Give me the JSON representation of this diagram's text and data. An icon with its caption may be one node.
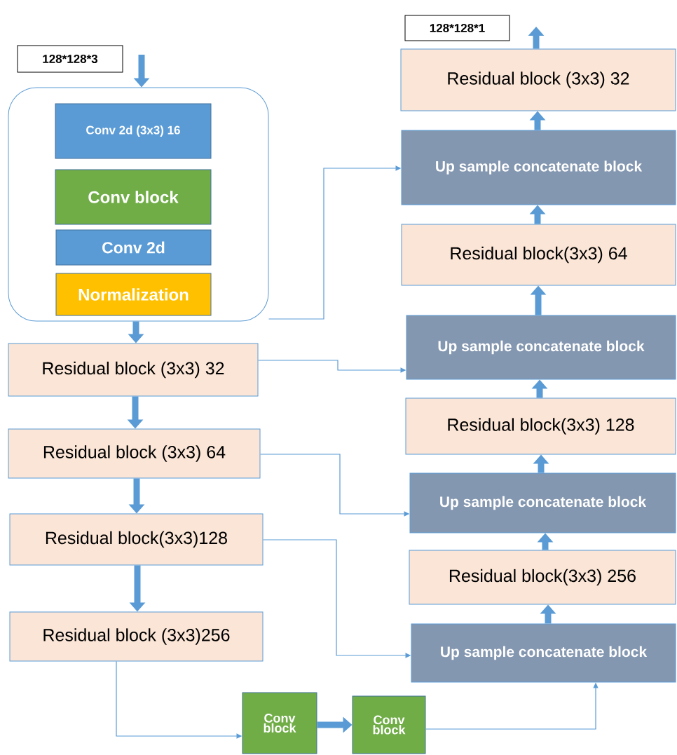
{
  "diagram": {
    "nodes": [
      {
        "text": [
          "128*128*3"
        ]
      },
      {
        "text": [],
        "shape": "box"
      },
      {
        "text": [
          "Conv 2d (3x3) 16"
        ],
        "in": 1
      },
      {
        "text": [
          "Conv block"
        ],
        "in": 1
      },
      {
        "text": [
          "Conv 2d"
        ],
        "in": 1
      },
      {
        "text": [
          "Normalization"
        ],
        "in": 1
      },
      {
        "text": [
          "Residual block (3x3) 32"
        ]
      },
      {
        "text": [
          "Residual block (3x3) 64"
        ]
      },
      {
        "text": [
          "Residual block(3x3)128"
        ]
      },
      {
        "text": [
          "Residual block (3x3)256"
        ]
      },
      {
        "text": [
          "Conv block"
        ]
      },
      {
        "text": [
          "Conv block"
        ]
      },
      {
        "text": [
          "128*128*1"
        ]
      },
      {
        "text": [
          "Residual block (3x3) 32"
        ]
      },
      {
        "text": [
          "Up sample concatenate block"
        ]
      },
      {
        "text": [
          "Residual block(3x3) 64"
        ]
      },
      {
        "text": [
          "Up sample concatenate block"
        ]
      },
      {
        "text": [
          "Residual block(3x3) 128"
        ]
      },
      {
        "text": [
          "Up sample concatenate block"
        ]
      },
      {
        "text": [
          "Residual block(3x3) 256"
        ]
      },
      {
        "text": [
          "Up sample concatenate block"
        ]
      }
    ],
    "edges": [
      {
        "from": null,
        "to": 1,
        "arrow": "to"
      },
      {
        "from": 1,
        "to": 6,
        "arrow": "to"
      },
      {
        "from": 6,
        "to": 7,
        "arrow": "to"
      },
      {
        "from": 7,
        "to": 8,
        "arrow": "to"
      },
      {
        "from": 8,
        "to": 9,
        "arrow": "to"
      },
      {
        "from": 10,
        "to": 11,
        "arrow": "to"
      },
      {
        "from": 20,
        "to": 19,
        "arrow": "to"
      },
      {
        "from": 19,
        "to": 18,
        "arrow": "to"
      },
      {
        "from": 18,
        "to": 17,
        "arrow": "to"
      },
      {
        "from": 17,
        "to": 16,
        "arrow": "to"
      },
      {
        "from": 16,
        "to": 15,
        "arrow": "to"
      },
      {
        "from": 15,
        "to": 14,
        "arrow": "to"
      },
      {
        "from": 14,
        "to": 13,
        "arrow": "to"
      },
      {
        "from": 13,
        "to": null,
        "arrow": "to"
      },
      {
        "from": 1,
        "to": 14,
        "arrow": "to"
      },
      {
        "from": 6,
        "to": 16,
        "arrow": "to"
      },
      {
        "from": 7,
        "to": 18,
        "arrow": "to"
      },
      {
        "from": 8,
        "to": 20,
        "arrow": "to"
      },
      {
        "from": 9,
        "to": 10,
        "arrow": "to"
      },
      {
        "from": 11,
        "to": 20,
        "arrow": "to"
      }
    ]
  }
}
